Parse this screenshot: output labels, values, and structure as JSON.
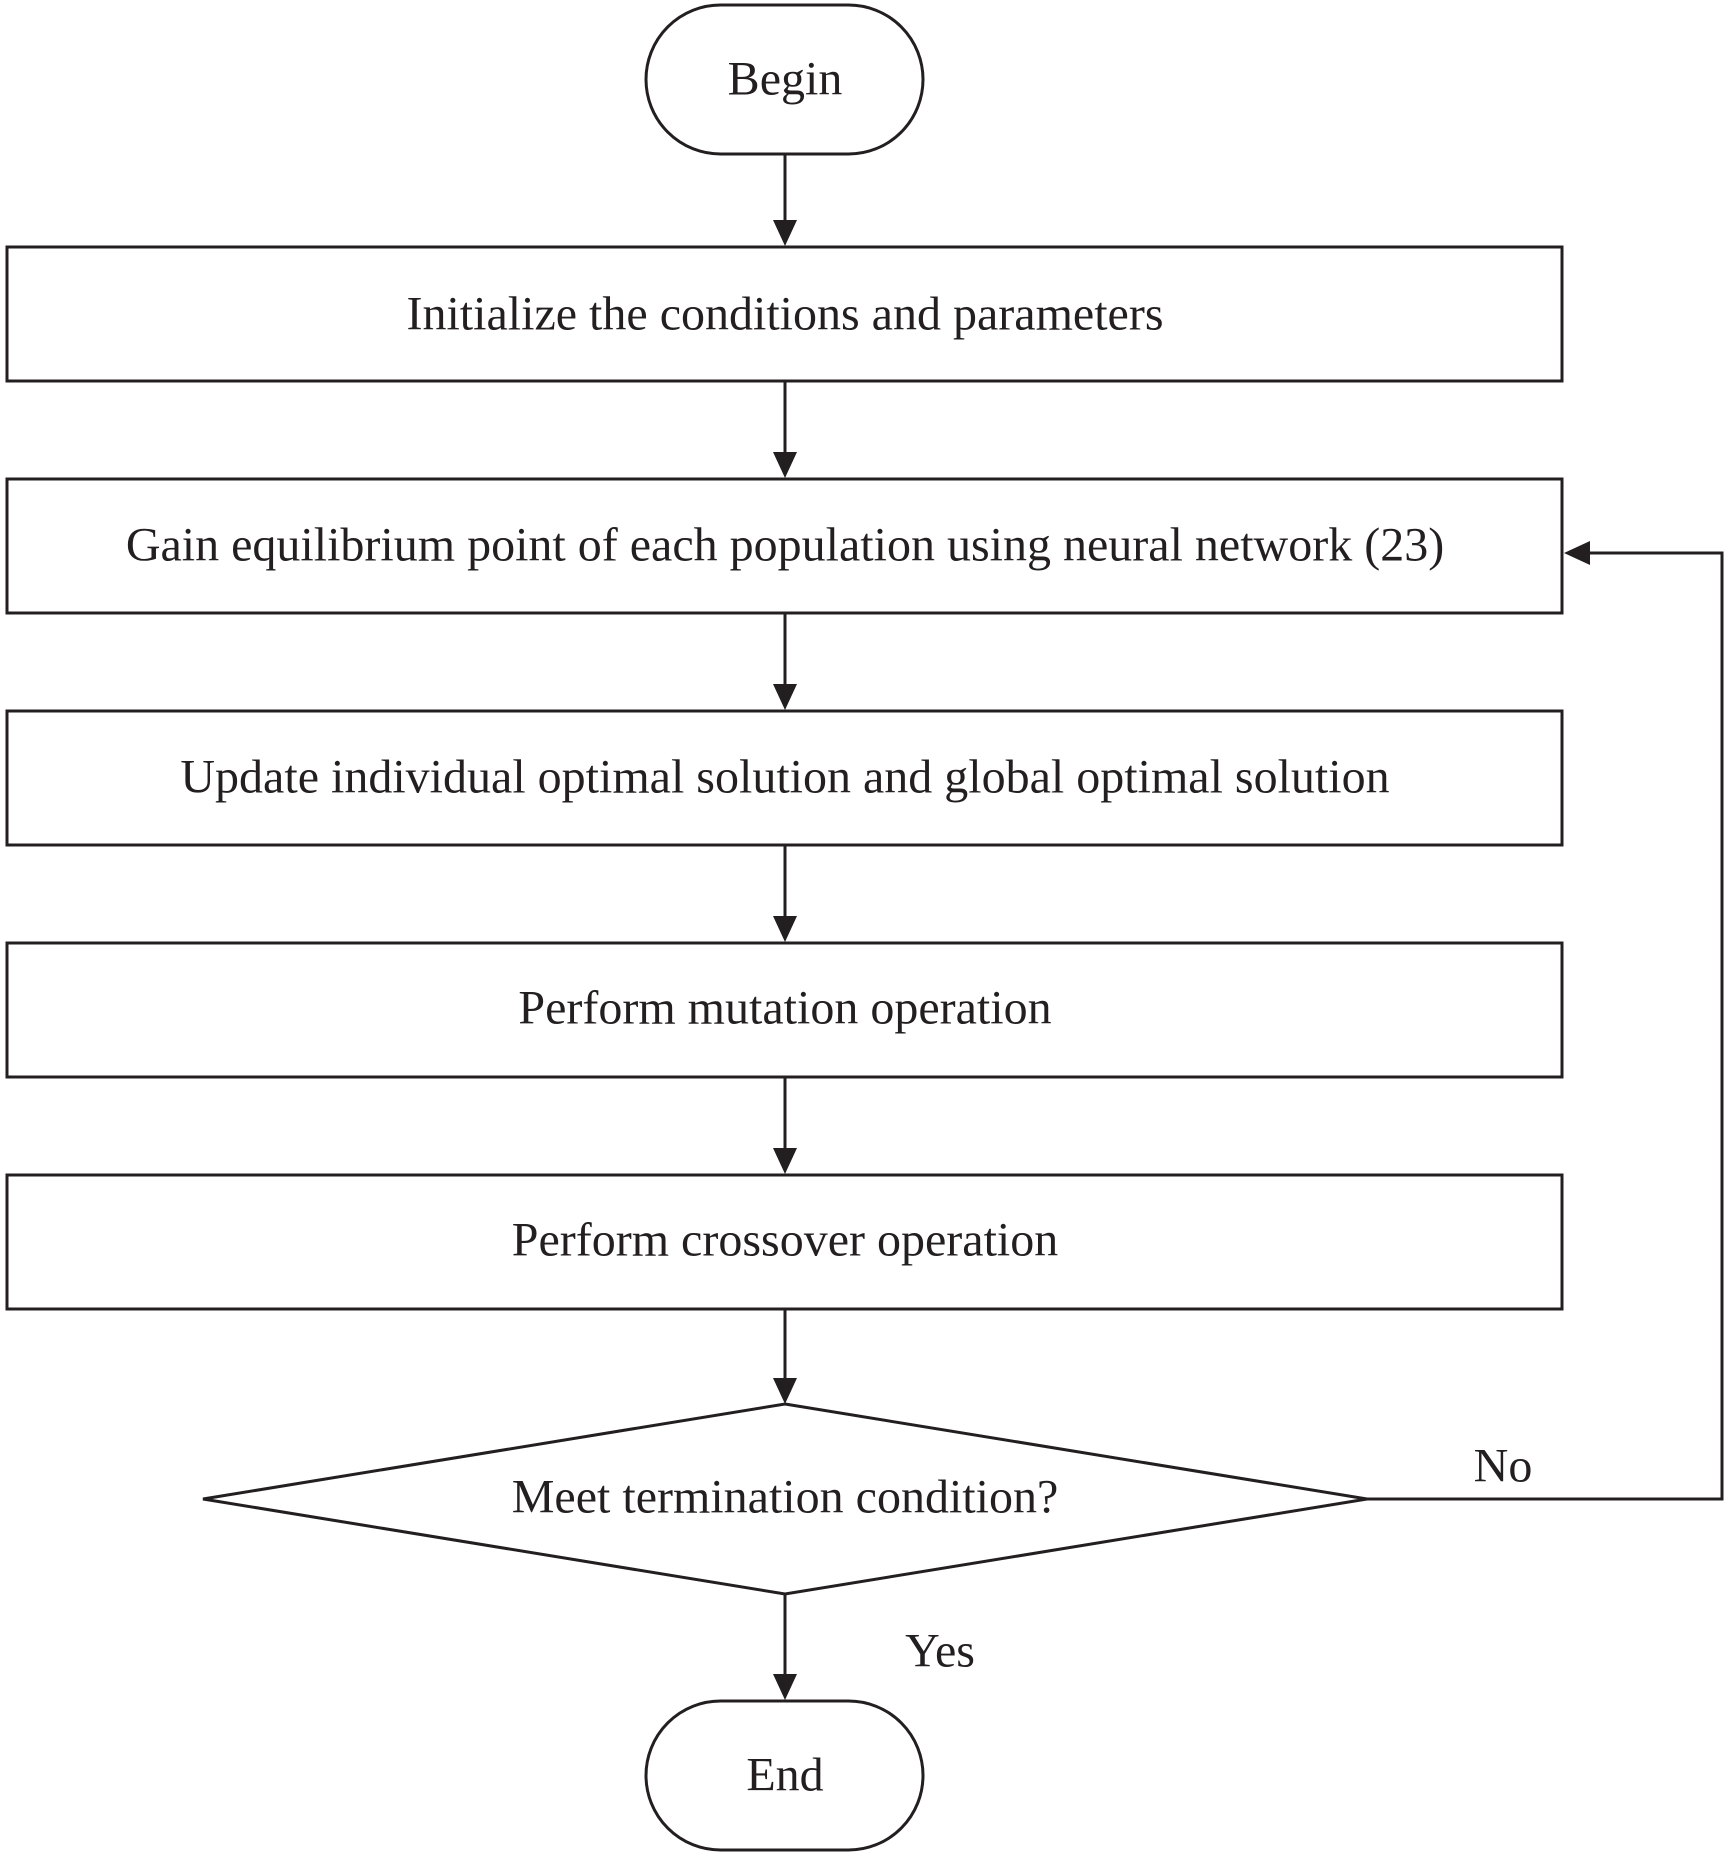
{
  "nodes": {
    "begin": {
      "label": "Begin"
    },
    "init": {
      "label": "Initialize the conditions and parameters"
    },
    "equilibrium": {
      "label": "Gain equilibrium point of each population using neural network (23)"
    },
    "update": {
      "label": "Update individual optimal solution and global optimal solution"
    },
    "mutation": {
      "label": "Perform mutation operation"
    },
    "crossover": {
      "label": "Perform crossover operation"
    },
    "decision": {
      "label": "Meet termination condition?"
    },
    "end": {
      "label": "End"
    }
  },
  "edges": {
    "no_label": "No",
    "yes_label": "Yes"
  },
  "colors": {
    "stroke": "#231f20",
    "background": "#ffffff"
  }
}
